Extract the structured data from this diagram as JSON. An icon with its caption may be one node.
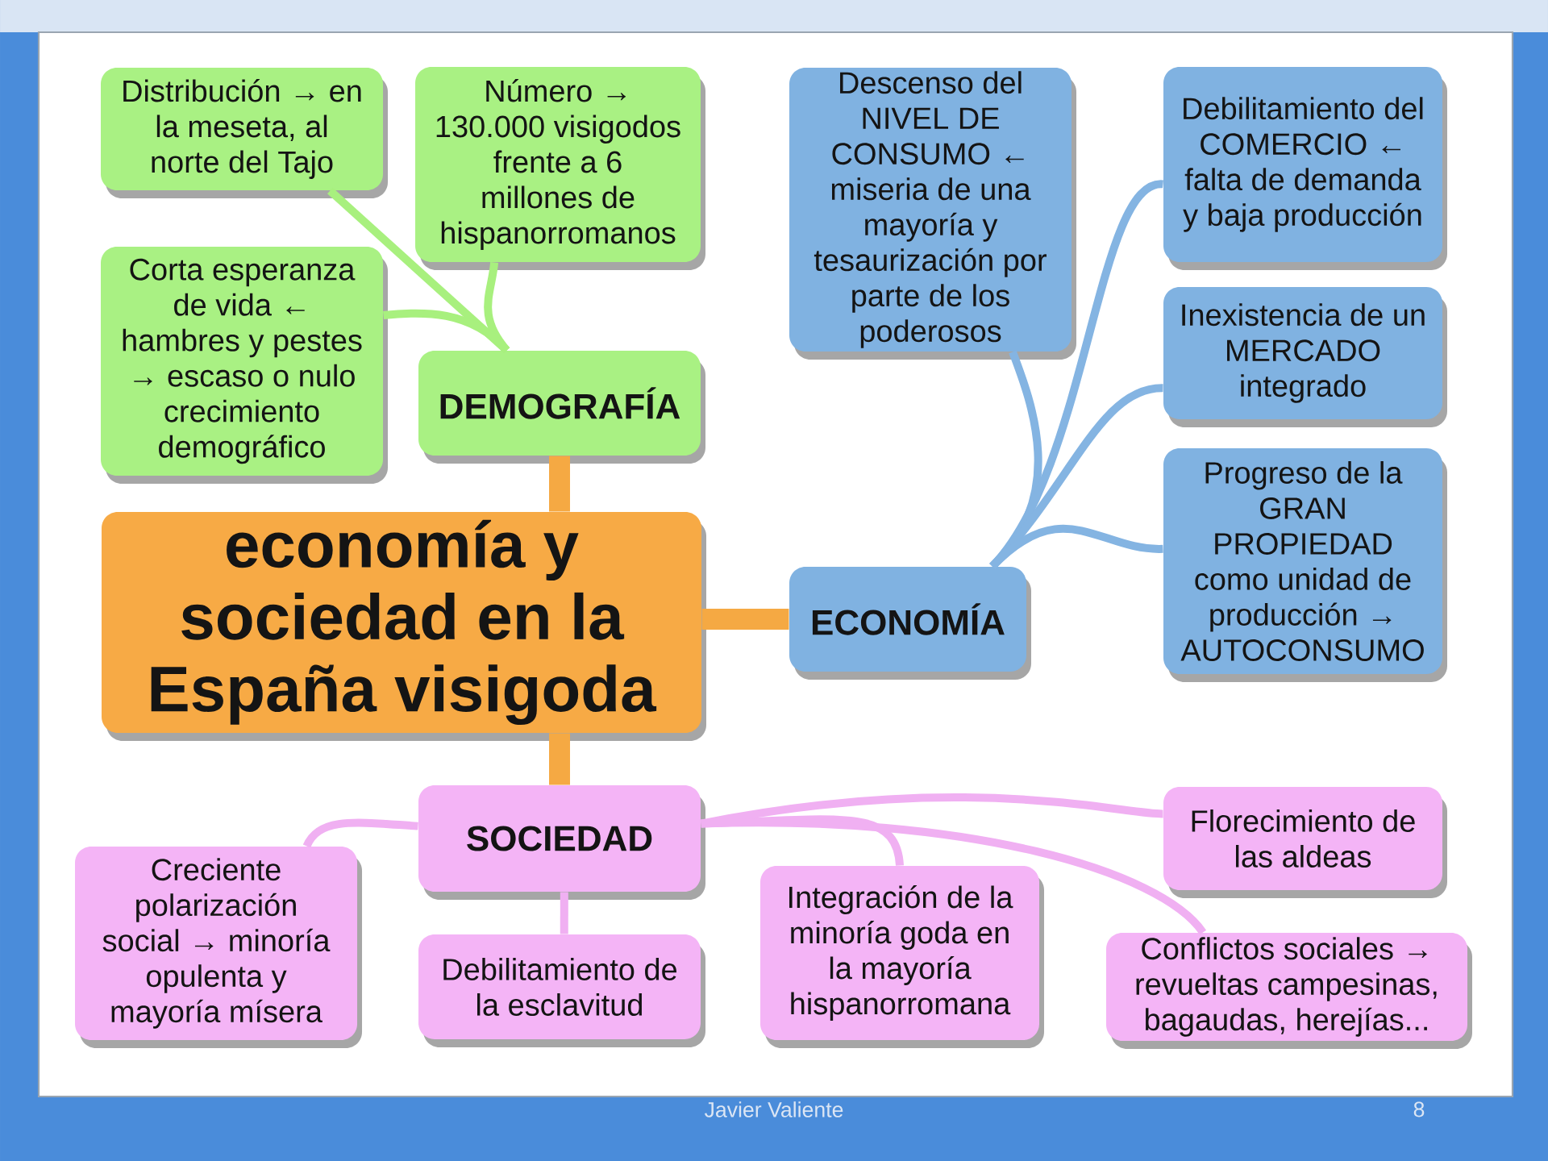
{
  "diagram": {
    "nodes": [
      {
        "text": [
          "economía y sociedad en la España visigoda"
        ]
      },
      {
        "text": [
          "DEMOGRAFÍA"
        ]
      },
      {
        "text": [
          "Distribución → en la meseta, al norte del Tajo"
        ]
      },
      {
        "text": [
          "Número → 130.000 visigodos frente a 6 millones de hispanorromanos"
        ]
      },
      {
        "text": [
          "Corta esperanza de vida ← hambres y pestes → escaso o nulo crecimiento demográfico"
        ]
      },
      {
        "text": [
          "ECONOMÍA"
        ]
      },
      {
        "text": [
          "Descenso del NIVEL DE CONSUMO ← miseria de una mayoría y tesaurización por parte de los poderosos"
        ]
      },
      {
        "text": [
          "Debilitamiento del COMERCIO ← falta de demanda y baja producción"
        ]
      },
      {
        "text": [
          "Inexistencia de un MERCADO integrado"
        ]
      },
      {
        "text": [
          "Progreso de la GRAN PROPIEDAD como unidad de producción → AUTOCONSUMO"
        ]
      },
      {
        "text": [
          "SOCIEDAD"
        ]
      },
      {
        "text": [
          "Creciente polarización social → minoría opulenta y mayoría mísera"
        ]
      },
      {
        "text": [
          "Debilitamiento de la esclavitud"
        ]
      },
      {
        "text": [
          "Integración de la minoría goda en la mayoría hispanorromana"
        ]
      },
      {
        "text": [
          "Florecimiento de las aldeas"
        ]
      },
      {
        "text": [
          "Conflictos sociales → revueltas campesinas, bagaudas, herejías..."
        ]
      }
    ],
    "edges": [
      {
        "from": 0,
        "to": 1,
        "arrow": "none",
        "style": "thick",
        "color": "#f5a943"
      },
      {
        "from": 1,
        "to": 2,
        "arrow": "none",
        "color": "#a8f07e"
      },
      {
        "from": 1,
        "to": 3,
        "arrow": "none",
        "color": "#a8f07e"
      },
      {
        "from": 1,
        "to": 4,
        "arrow": "none",
        "color": "#a8f07e"
      },
      {
        "from": 0,
        "to": 5,
        "arrow": "none",
        "style": "thick",
        "color": "#f5a943"
      },
      {
        "from": 5,
        "to": 6,
        "arrow": "none",
        "color": "#84b4e2"
      },
      {
        "from": 5,
        "to": 7,
        "arrow": "none",
        "color": "#84b4e2"
      },
      {
        "from": 5,
        "to": 8,
        "arrow": "none",
        "color": "#84b4e2"
      },
      {
        "from": 5,
        "to": 9,
        "arrow": "none",
        "color": "#84b4e2"
      },
      {
        "from": 0,
        "to": 10,
        "arrow": "none",
        "style": "thick",
        "color": "#f5a943"
      },
      {
        "from": 10,
        "to": 11,
        "arrow": "none"
      },
      {
        "from": 10,
        "to": 12,
        "arrow": "none"
      },
      {
        "from": 10,
        "to": 13,
        "arrow": "none"
      },
      {
        "from": 10,
        "to": 14,
        "arrow": "none"
      },
      {
        "from": 10,
        "to": 15,
        "arrow": "none"
      }
    ],
    "labels": [
      "Javier Valiente",
      "8"
    ]
  }
}
